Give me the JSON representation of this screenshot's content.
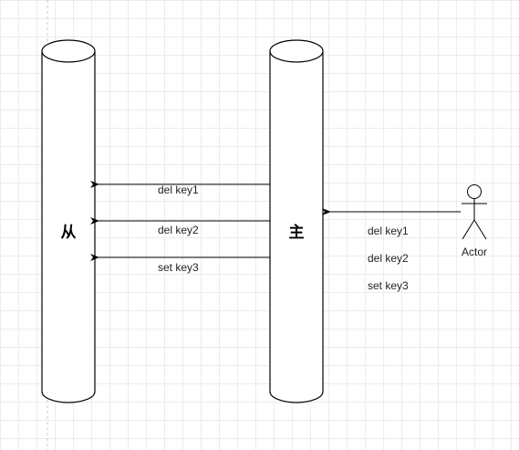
{
  "diagram": {
    "replica_label": "从",
    "master_label": "主",
    "actor_label": "Actor",
    "replication_messages": [
      {
        "text": "del key1"
      },
      {
        "text": "del key2"
      },
      {
        "text": "set key3"
      }
    ],
    "client_commands": [
      {
        "text": "del key1"
      },
      {
        "text": "del key2"
      },
      {
        "text": "set key3"
      }
    ]
  }
}
